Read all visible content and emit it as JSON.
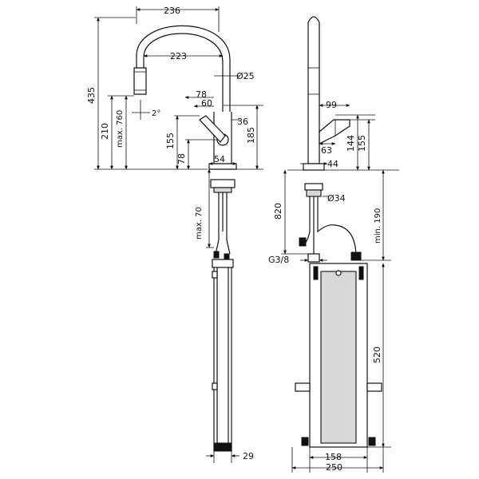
{
  "dimensions": {
    "reach_top": "236",
    "reach_inner": "223",
    "spout_diameter": "Ø25",
    "height_total": "435",
    "height_spout": "210",
    "pull_out": "max. 760",
    "angle": "2°",
    "handle_78": "78",
    "handle_60": "60",
    "handle_36": "36",
    "height_185": "185",
    "height_155_left": "155",
    "base_78": "78",
    "base_54": "54",
    "max_70": "max. 70",
    "bottom_29": "29",
    "side_99": "99",
    "side_144": "144",
    "side_155": "155",
    "side_63": "63",
    "side_44": "44",
    "hole_34": "Ø34",
    "height_820": "820",
    "min_190": "min. 190",
    "thread": "G3/8",
    "box_520": "520",
    "box_158": "158",
    "box_250": "250"
  }
}
